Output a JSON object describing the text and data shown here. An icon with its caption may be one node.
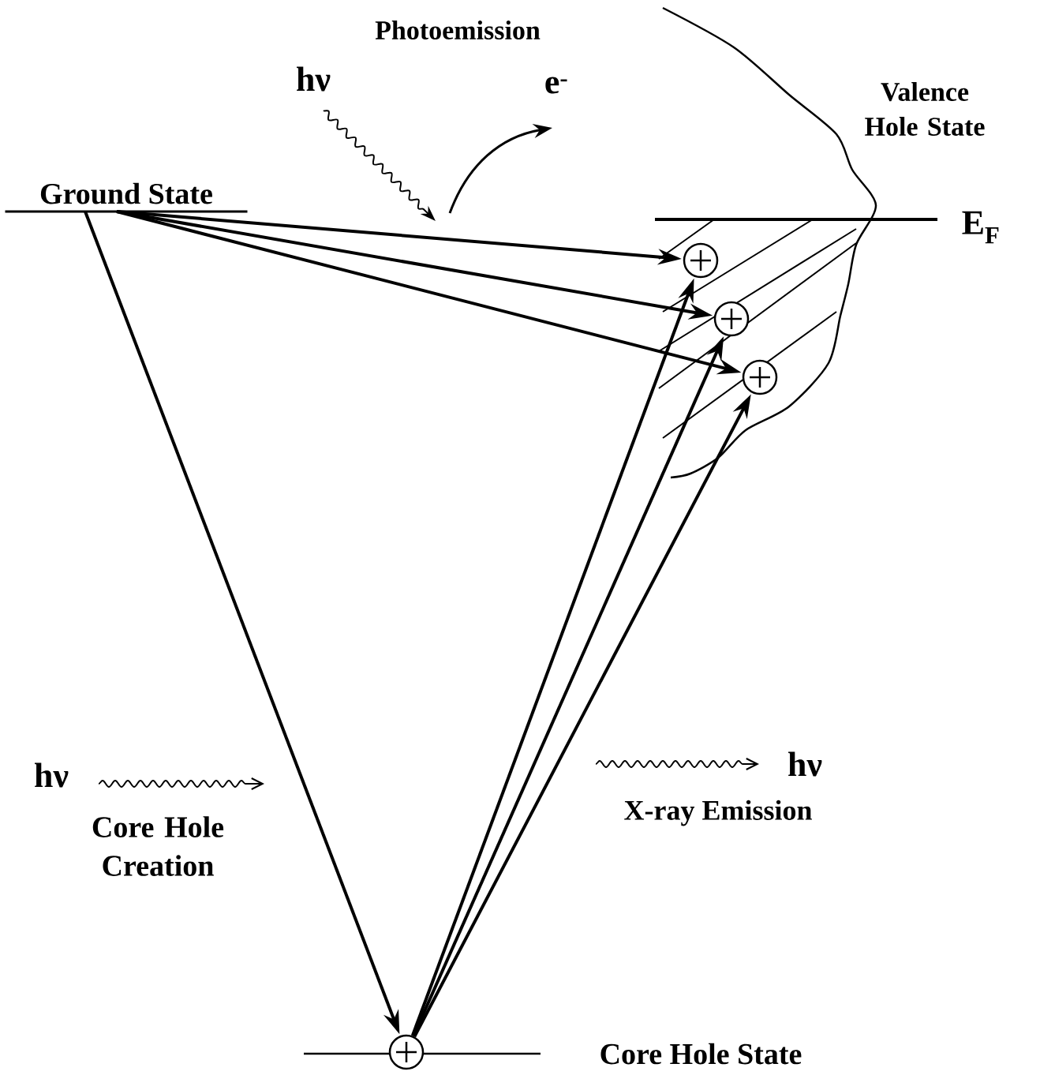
{
  "diagram": {
    "nodes": [
      {
        "text": [
          "Ground State"
        ]
      },
      {
        "text": [],
        "shape": "circle"
      },
      {
        "text": [],
        "shape": "circle"
      },
      {
        "text": [],
        "shape": "circle"
      },
      {
        "text": [],
        "shape": "circle"
      }
    ],
    "edges": [
      {
        "from": 0,
        "to": 1,
        "arrow": "to"
      },
      {
        "from": 0,
        "to": 2,
        "arrow": "to"
      },
      {
        "from": 0,
        "to": 3,
        "arrow": "to"
      },
      {
        "from": 0,
        "to": 4,
        "arrow": "to"
      },
      {
        "from": 4,
        "to": 1,
        "arrow": "to"
      },
      {
        "from": 4,
        "to": 2,
        "arrow": "to"
      },
      {
        "from": 4,
        "to": 3,
        "arrow": "to"
      }
    ],
    "labels": [
      "Photoemission",
      "hν",
      "e$^{-}$",
      "Valence Hole State",
      "E$_{F}$",
      "hν",
      "Core Hole Creation",
      "hν",
      "X-ray Emission",
      "Core Hole State"
    ]
  }
}
